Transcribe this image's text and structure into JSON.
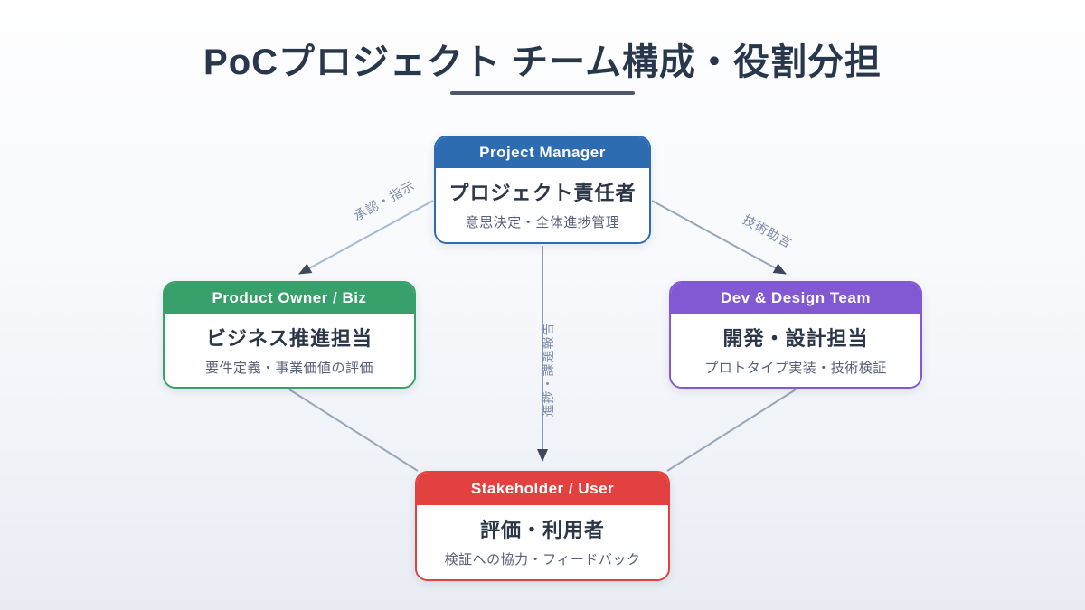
{
  "page": {
    "title": "PoCプロジェクト チーム構成・役割分担"
  },
  "nodes": {
    "project_manager": {
      "header": "Project Manager",
      "role": "プロジェクト責任者",
      "desc": "意思決定・全体進捗管理",
      "color": "#2d6cb0"
    },
    "product_owner": {
      "header": "Product Owner / Biz",
      "role": "ビジネス推進担当",
      "desc": "要件定義・事業価値の評価",
      "color": "#38a06a"
    },
    "dev_design": {
      "header": "Dev & Design Team",
      "role": "開発・設計担当",
      "desc": "プロトタイプ実装・技術検証",
      "color": "#8259d2"
    },
    "stakeholder": {
      "header": "Stakeholder / User",
      "role": "評価・利用者",
      "desc": "検証への協力・フィードバック",
      "color": "#e34040"
    }
  },
  "edges": {
    "approval": {
      "label": "承認・指示"
    },
    "advice": {
      "label": "技術助言"
    },
    "report": {
      "label": "進捗・課題報告"
    }
  },
  "colors": {
    "edge_blue": "#a6b9d6",
    "edge_gray": "#9aa6b8",
    "edge_center": "#8f9cb0",
    "arrowhead": "#3d4859",
    "title_text": "#28374b",
    "underline": "#4e586c"
  }
}
